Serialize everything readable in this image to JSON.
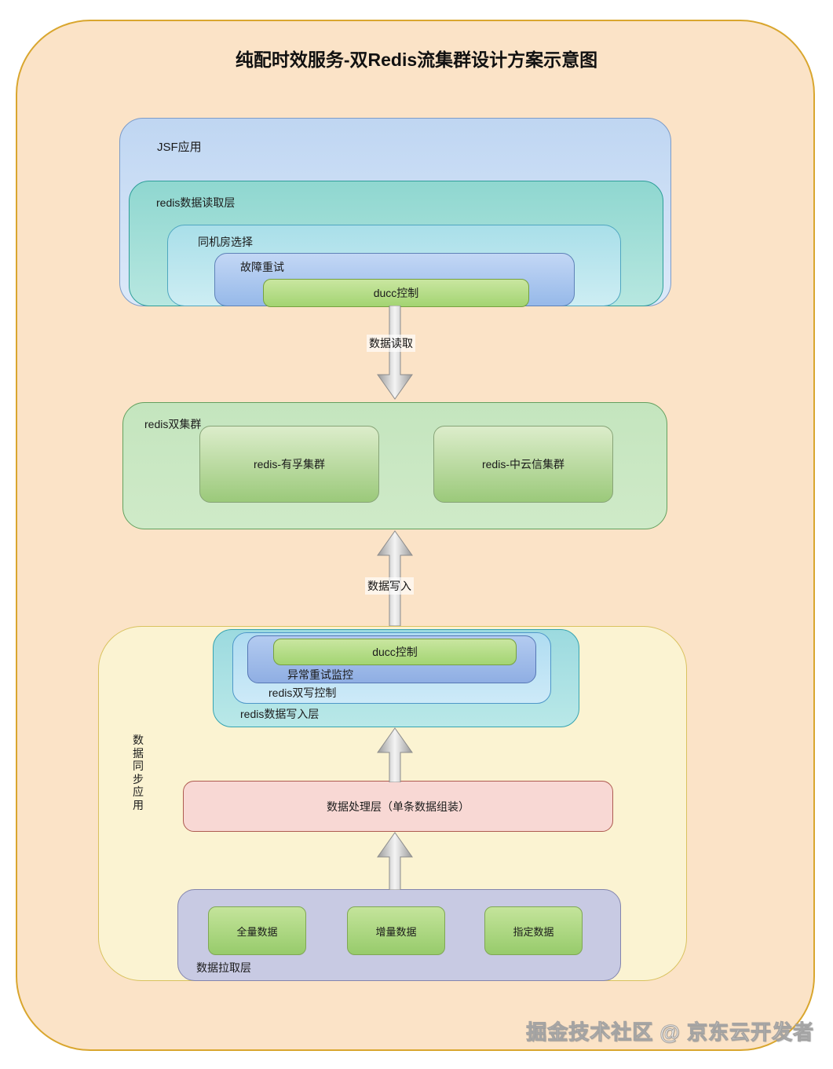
{
  "title": "纯配时效服务-双Redis流集群设计方案示意图",
  "watermark": "掘金技术社区 @ 京东云开发者",
  "read_flow": {
    "jsf_app": "JSF应用",
    "read_layer": "redis数据读取层",
    "same_idc": "同机房选择",
    "fault_retry": "故障重试",
    "ducc": "ducc控制",
    "arrow_label": "数据读取"
  },
  "redis_cluster": {
    "label": "redis双集群",
    "cluster_left": "redis-有孚集群",
    "cluster_right": "redis-中云信集群"
  },
  "write_flow": {
    "arrow_label": "数据写入"
  },
  "sync_app": {
    "label": "数据同步应用",
    "write_layer": "redis数据写入层",
    "double_write": "redis双写控制",
    "retry_monitor": "异常重试监控",
    "ducc": "ducc控制",
    "process_layer": "数据处理层（单条数据组装）",
    "pull_layer": {
      "label": "数据拉取层",
      "items": [
        "全量数据",
        "增量数据",
        "指定数据"
      ]
    }
  },
  "colors": {
    "canvas_bg": "#FBE3C7",
    "canvas_border": "#D9A62E",
    "jsf_blue": "#C9DCF5",
    "teal": "#9CDADF",
    "cyan": "#AFDCF1",
    "retry_blue": "#9FBBE8",
    "green": "#A3D472",
    "cluster_green": "#C9E7C2",
    "sync_yellow": "#FBF3D2",
    "process_pink": "#F8D8D4",
    "pull_lavender": "#C8CAE3",
    "arrow_gray": "#9E9E9E"
  }
}
